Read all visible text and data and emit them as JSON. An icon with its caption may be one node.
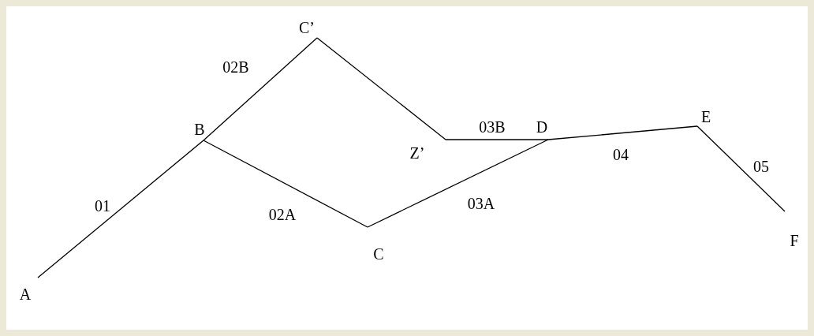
{
  "diagram": {
    "nodes": [
      {
        "text": [
          "A"
        ]
      },
      {
        "text": [
          "B"
        ]
      },
      {
        "text": [
          "C"
        ]
      },
      {
        "text": [
          "C’"
        ]
      },
      {
        "text": [
          "Z’"
        ]
      },
      {
        "text": [
          "D"
        ]
      },
      {
        "text": [
          "E"
        ]
      },
      {
        "text": [
          "F"
        ]
      }
    ],
    "edges": [
      {
        "from": 0,
        "to": 1,
        "arrow": "none",
        "label": "01"
      },
      {
        "from": 1,
        "to": 3,
        "arrow": "none",
        "label": "02B"
      },
      {
        "from": 3,
        "to": 4,
        "arrow": "none"
      },
      {
        "from": 4,
        "to": 5,
        "arrow": "none",
        "label": "03B"
      },
      {
        "from": 1,
        "to": 2,
        "arrow": "none",
        "label": "02A"
      },
      {
        "from": 2,
        "to": 5,
        "arrow": "none",
        "label": "03A"
      },
      {
        "from": 5,
        "to": 6,
        "arrow": "none",
        "label": "04"
      },
      {
        "from": 6,
        "to": 7,
        "arrow": "none",
        "label": "05"
      }
    ]
  }
}
